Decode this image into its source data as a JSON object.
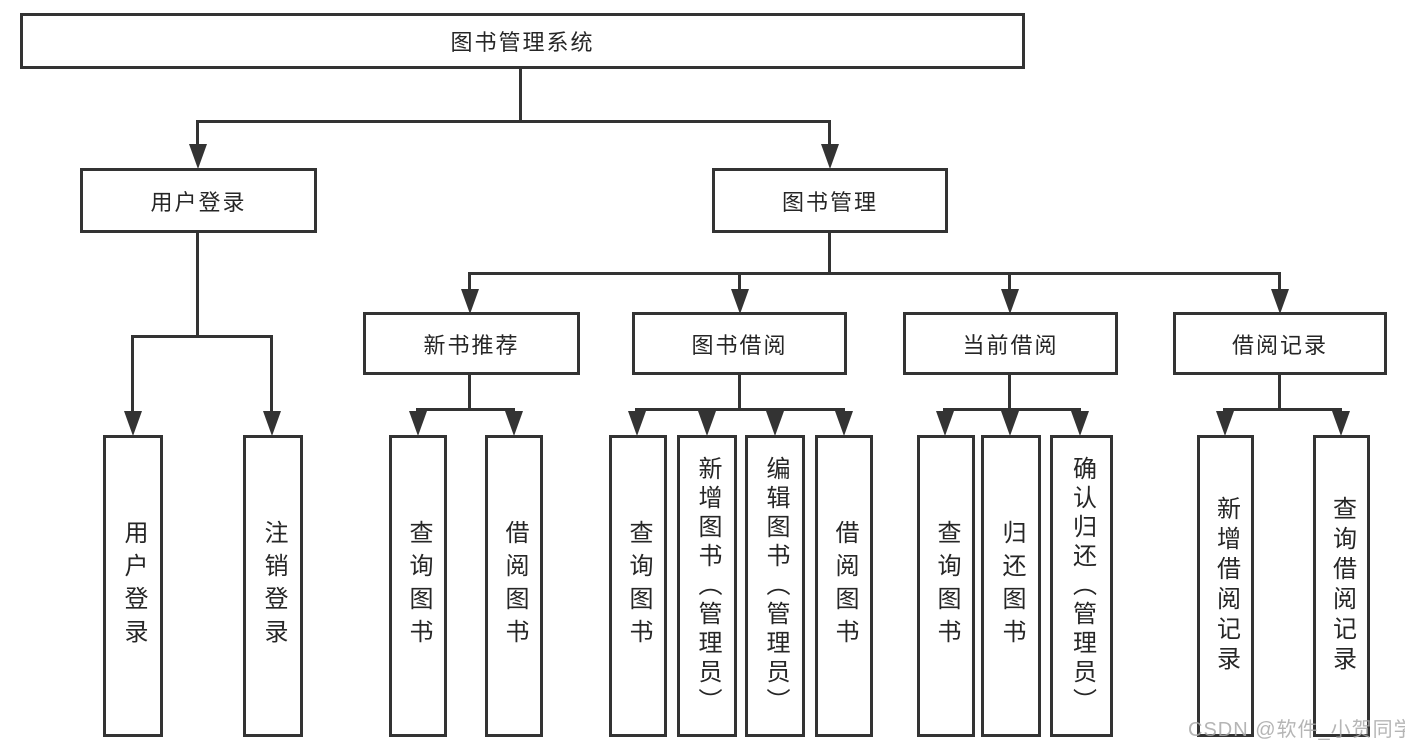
{
  "diagram_type": "functional-structure-tree",
  "tree": {
    "label": "图书管理系统",
    "children": [
      {
        "label": "用户登录",
        "children": [
          {
            "label": "用户登录"
          },
          {
            "label": "注销登录"
          }
        ]
      },
      {
        "label": "图书管理",
        "children": [
          {
            "label": "新书推荐",
            "children": [
              {
                "label": "查询图书"
              },
              {
                "label": "借阅图书"
              }
            ]
          },
          {
            "label": "图书借阅",
            "children": [
              {
                "label": "查询图书"
              },
              {
                "label": "新增图书（管理员）"
              },
              {
                "label": "编辑图书（管理员）"
              },
              {
                "label": "借阅图书"
              }
            ]
          },
          {
            "label": "当前借阅",
            "children": [
              {
                "label": "查询图书"
              },
              {
                "label": "归还图书"
              },
              {
                "label": "确认归还（管理员）"
              }
            ]
          },
          {
            "label": "借阅记录",
            "children": [
              {
                "label": "新增借阅记录"
              },
              {
                "label": "查询借阅记录"
              }
            ]
          }
        ]
      }
    ]
  },
  "watermark": {
    "text": "CSDN @软件_小贺同学"
  },
  "colors": {
    "line": "#333333",
    "box_border": "#333333",
    "box_fill": "#ffffff",
    "text": "#262626",
    "watermark": "#a9a9a9",
    "background": "#ffffff"
  }
}
